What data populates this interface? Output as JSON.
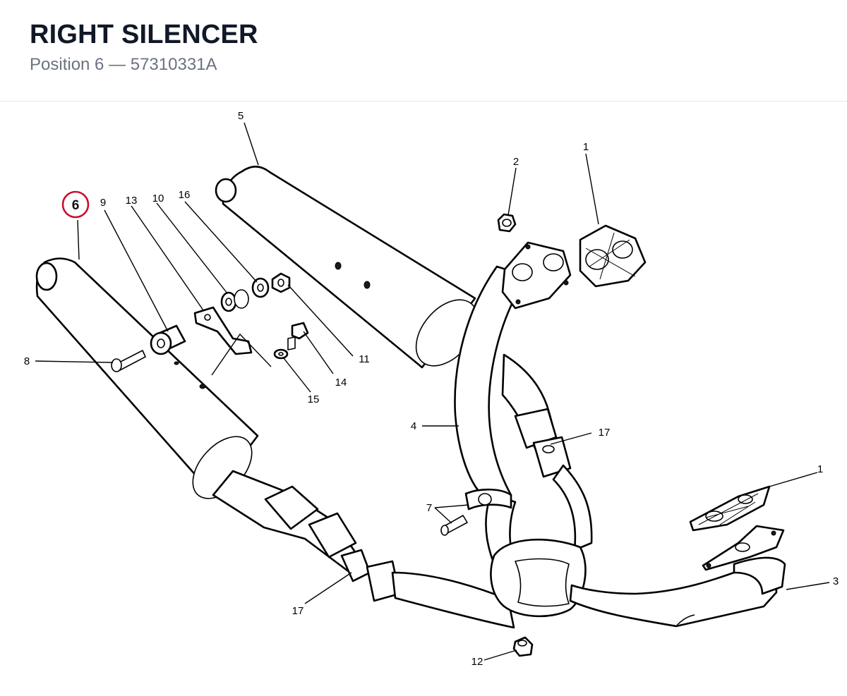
{
  "header": {
    "title": "RIGHT SILENCER",
    "subtitle": "Position 6 — 57310331A"
  },
  "colors": {
    "highlight": "#c8102e",
    "title": "#111827",
    "subtitle": "#6b7280"
  },
  "callouts": [
    {
      "id": "c1a",
      "label": "1"
    },
    {
      "id": "c1b",
      "label": "1"
    },
    {
      "id": "c2",
      "label": "2"
    },
    {
      "id": "c3",
      "label": "3"
    },
    {
      "id": "c4",
      "label": "4"
    },
    {
      "id": "c5",
      "label": "5"
    },
    {
      "id": "c6",
      "label": "6",
      "highlighted": true
    },
    {
      "id": "c7",
      "label": "7"
    },
    {
      "id": "c8",
      "label": "8"
    },
    {
      "id": "c9",
      "label": "9"
    },
    {
      "id": "c10",
      "label": "10"
    },
    {
      "id": "c11",
      "label": "11"
    },
    {
      "id": "c12",
      "label": "12"
    },
    {
      "id": "c13",
      "label": "13"
    },
    {
      "id": "c14",
      "label": "14"
    },
    {
      "id": "c15",
      "label": "15"
    },
    {
      "id": "c16",
      "label": "16"
    },
    {
      "id": "c17a",
      "label": "17"
    },
    {
      "id": "c17b",
      "label": "17"
    }
  ]
}
